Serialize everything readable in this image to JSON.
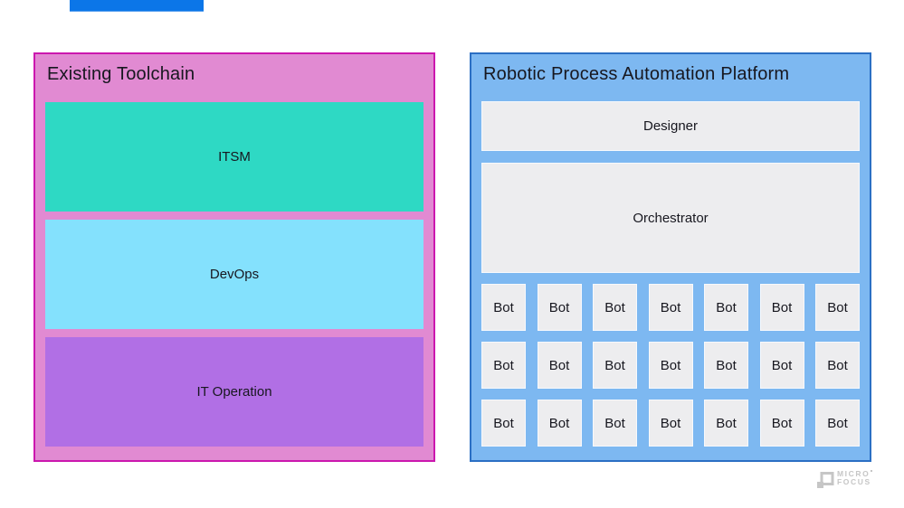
{
  "accent_bar": {
    "color": "#0b76e8"
  },
  "left_panel": {
    "title": "Existing Toolchain",
    "bg": "#e18ad2",
    "border_color": "#cb17ae",
    "boxes": [
      {
        "label": "ITSM",
        "bg": "#2ed9c4"
      },
      {
        "label": "DevOps",
        "bg": "#84e1fd"
      },
      {
        "label": "IT Operation",
        "bg": "#b16fe5"
      }
    ]
  },
  "right_panel": {
    "title": "Robotic Process Automation Platform",
    "bg": "#7db8f1",
    "border_color": "#2b6fc4",
    "box_bg": "#ededef",
    "designer_label": "Designer",
    "orchestrator_label": "Orchestrator",
    "bots": {
      "rows": 3,
      "columns": 7,
      "label": "Bot"
    }
  },
  "logo": {
    "line1": "MICRO",
    "line2": "FOCUS",
    "color": "#c6c6c6"
  }
}
